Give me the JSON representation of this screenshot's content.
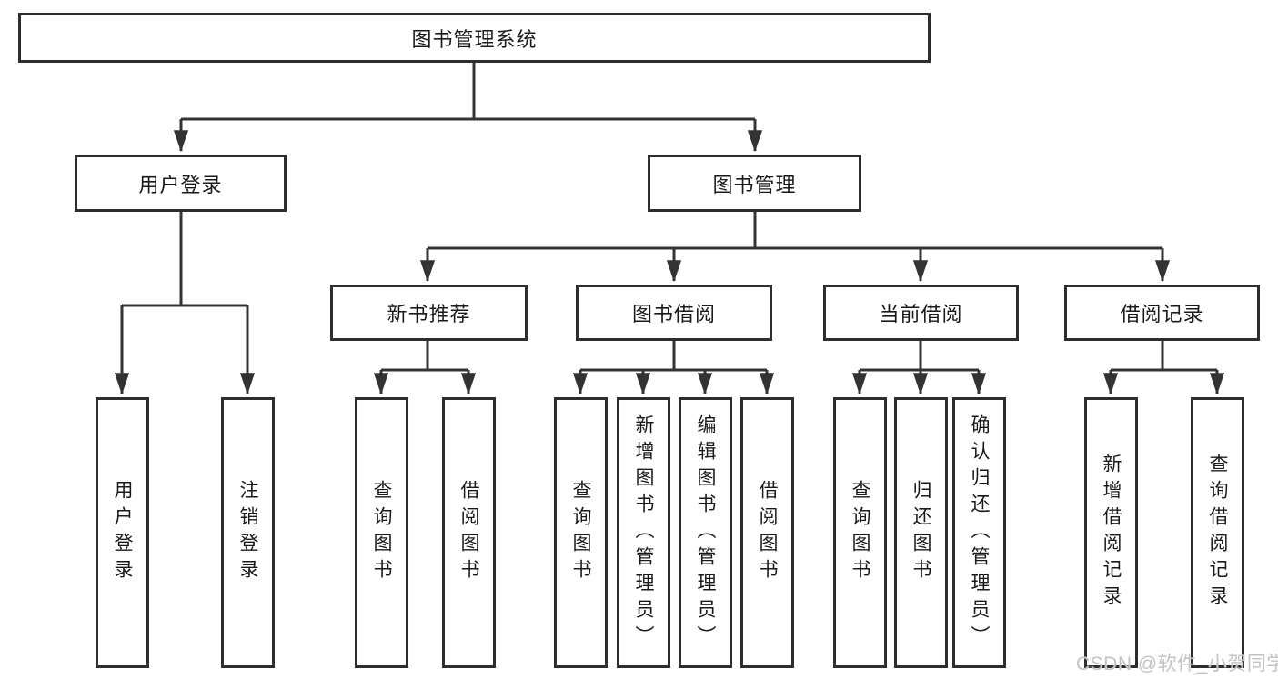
{
  "title": {
    "label": "图书管理系统"
  },
  "level1": [
    {
      "label": "用户登录"
    },
    {
      "label": "图书管理"
    }
  ],
  "level2": [
    {
      "label": "新书推荐"
    },
    {
      "label": "图书借阅"
    },
    {
      "label": "当前借阅"
    },
    {
      "label": "借阅记录"
    }
  ],
  "leaves": {
    "login": [
      "用户登录",
      "注销登录"
    ],
    "newbook": [
      "查询图书",
      "借阅图书"
    ],
    "borrow": [
      "查询图书",
      "新增图书（管理员）",
      "编辑图书（管理员）",
      "借阅图书"
    ],
    "current": [
      "查询图书",
      "归还图书",
      "确认归还（管理员）"
    ],
    "records": [
      "新增借阅记录",
      "查询借阅记录"
    ]
  },
  "watermark": "CSDN @软件_小贺同学",
  "colors": {
    "line": "#333333",
    "border": "#2d2d2d",
    "text": "#1a1a1a",
    "watermark": "#c3c3c3",
    "background": "#ffffff"
  }
}
